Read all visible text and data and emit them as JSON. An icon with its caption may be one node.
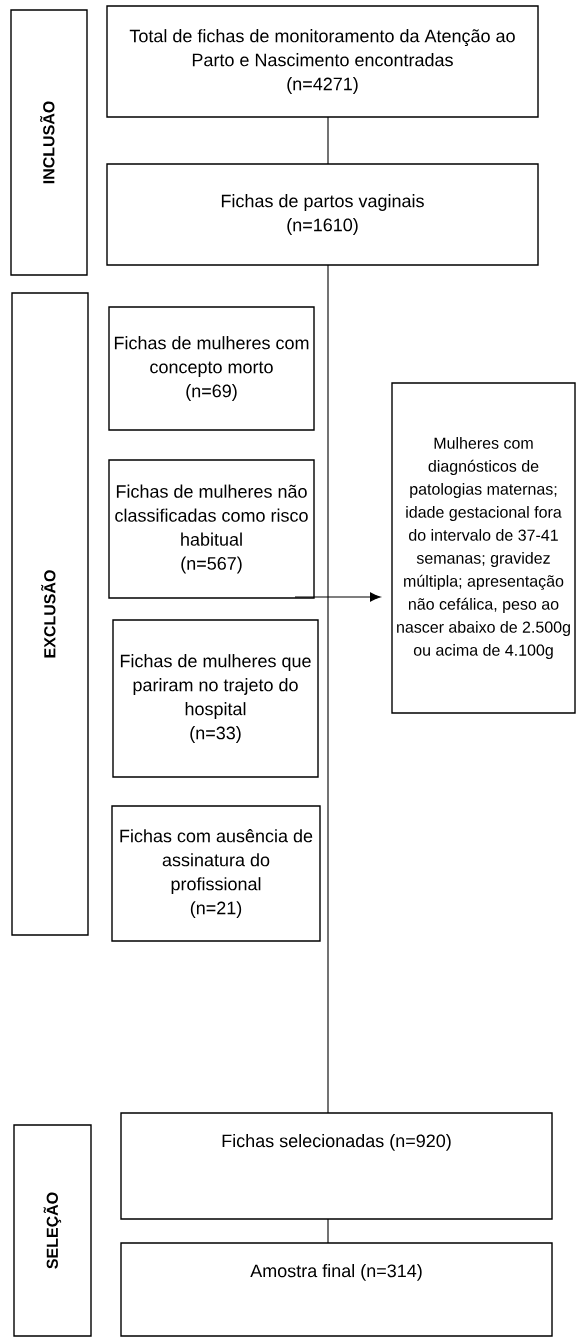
{
  "diagram": {
    "nodes": [
      {
        "text": [
          "INCLUSÃO"
        ]
      },
      {
        "text": [
          "Total de fichas de monitoramento da Atenção ao Parto e Nascimento encontradas",
          "(n=4271)"
        ]
      },
      {
        "text": [
          "Fichas de partos vaginais",
          "(n=1610)"
        ]
      },
      {
        "text": [
          "EXCLUSÃO"
        ]
      },
      {
        "text": [
          "Fichas de mulheres com concepto morto",
          "(n=69)"
        ]
      },
      {
        "text": [
          "Fichas de mulheres não classificadas como risco habitual",
          "(n=567)"
        ]
      },
      {
        "text": [
          "Fichas de mulheres que pariram no trajeto do hospital",
          "(n=33)"
        ]
      },
      {
        "text": [
          "Fichas com ausência de assinatura do profissional",
          "(n=21)"
        ]
      },
      {
        "text": [
          "Mulheres com diagnósticos de patologias maternas; idade gestacional fora do intervalo de 37-41 semanas; gravidez múltipla; apresentação não cefálica, peso ao nascer abaixo de 2.500g ou acima de 4.100g"
        ]
      },
      {
        "text": [
          "SELEÇÃO"
        ]
      },
      {
        "text": [
          "Fichas selecionadas (n=920)"
        ]
      },
      {
        "text": [
          "Amostra final (n=314)"
        ]
      }
    ],
    "edges": [
      {
        "from": 1,
        "to": 2,
        "arrow": "none"
      },
      {
        "from": 2,
        "to": 10,
        "arrow": "none"
      },
      {
        "from": 10,
        "to": 11,
        "arrow": "none"
      },
      {
        "from": 5,
        "to": 8,
        "arrow": "to"
      }
    ]
  }
}
